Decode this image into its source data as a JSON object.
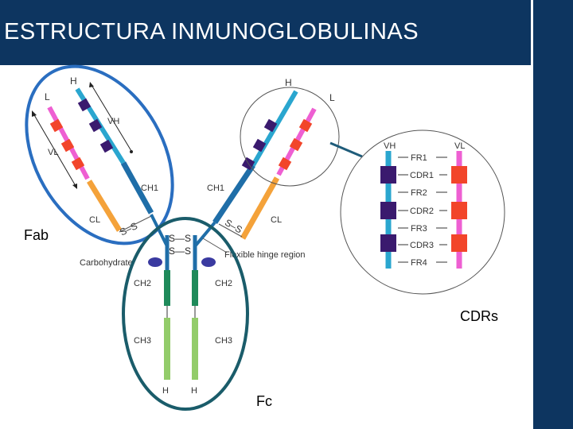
{
  "title": "ESTRUCTURA INMUNOGLOBULINAS",
  "labels": {
    "fab": "Fab",
    "fc": "Fc",
    "cdrs": "CDRs"
  },
  "diagram": {
    "heavy_left": "H",
    "light_left": "L",
    "heavy_right": "H",
    "light_right": "L",
    "vh_left": "VH",
    "vl_left": "VL",
    "ch1_left": "CH1",
    "cl_left": "CL",
    "ch1_right": "CH1",
    "cl_right": "CL",
    "ss_left": "S–S",
    "ss_right": "S–S",
    "ss_hinge_top": "S—S",
    "ss_hinge_bottom": "S—S",
    "carbohydrate": "Carbohydrate",
    "hinge": "Flexible hinge region",
    "ch2_left": "CH2",
    "ch2_right": "CH2",
    "ch3_left": "CH3",
    "ch3_right": "CH3",
    "h_bottom_left": "H",
    "h_bottom_right": "H"
  },
  "inset": {
    "vh": "VH",
    "vl": "VL",
    "regions": [
      "FR1",
      "CDR1",
      "FR2",
      "CDR2",
      "FR3",
      "CDR3",
      "FR4"
    ]
  },
  "colors": {
    "title_bg": "#0d3560",
    "fab_ring": "#2a6ec0",
    "fc_ring": "#1a5c6a",
    "heavy_variable": "#2aa6cf",
    "heavy_constant": "#1f6ea8",
    "light_variable": "#ee5fd2",
    "light_constant": "#f4a23a",
    "fc_ch2": "#1f8a5a",
    "fc_ch3": "#93cc6a",
    "cdr_heavy": "#3a1a6e",
    "cdr_light": "#f2452a",
    "carbohydrate": "#3a3aa0"
  }
}
